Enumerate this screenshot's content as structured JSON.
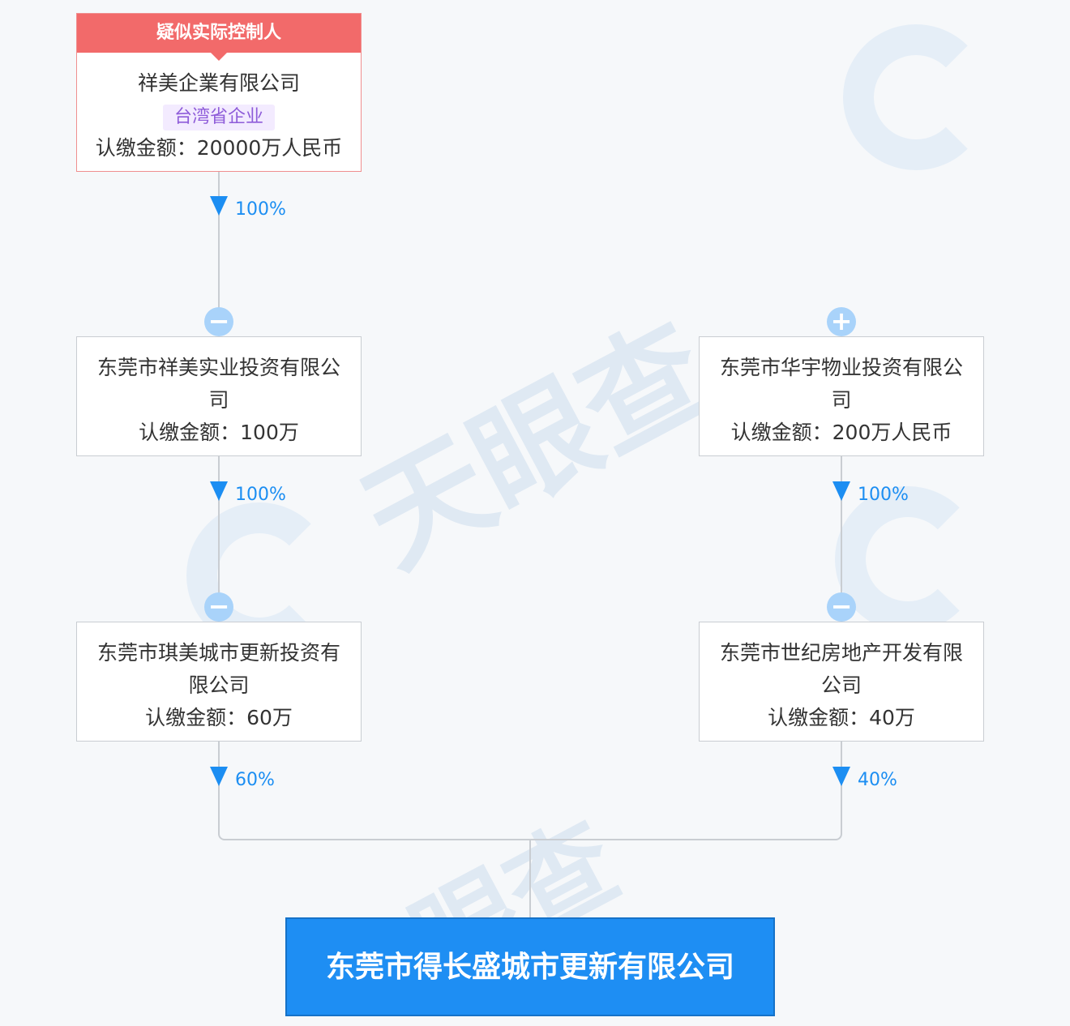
{
  "controller": {
    "header": "疑似实际控制人",
    "name": "祥美企業有限公司",
    "tag": "台湾省企业",
    "amount": "认缴金额：20000万人民币",
    "share": "100%"
  },
  "level1_left": {
    "name": "东莞市祥美实业投资有限公司",
    "amount": "认缴金额：100万",
    "share": "100%"
  },
  "level1_right": {
    "name": "东莞市华宇物业投资有限公司",
    "amount": "认缴金额：200万人民币",
    "share": "100%"
  },
  "level2_left": {
    "name": "东莞市琪美城市更新投资有限公司",
    "amount": "认缴金额：60万",
    "share": "60%"
  },
  "level2_right": {
    "name": "东莞市世纪房地产开发有限公司",
    "amount": "认缴金额：40万",
    "share": "40%"
  },
  "target": {
    "name": "东莞市得长盛城市更新有限公司"
  },
  "toggles": {
    "collapse": "−",
    "expand": "+"
  },
  "colors": {
    "accent": "#1c8ef2",
    "controller_header": "#f26a6a",
    "tag_text": "#8e5cd9",
    "target_fill": "#1e8ef3"
  }
}
